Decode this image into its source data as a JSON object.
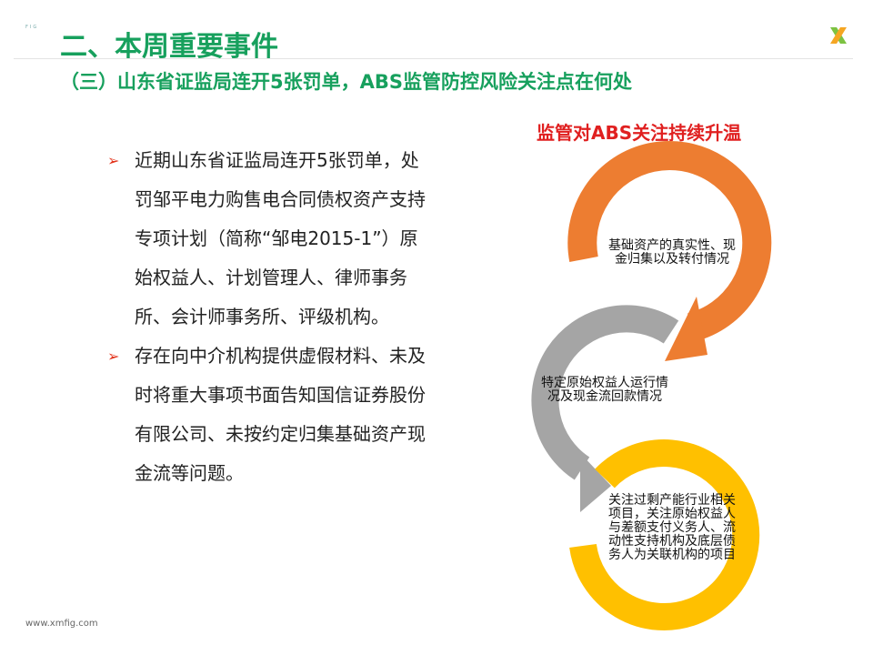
{
  "header": {
    "logo_small": "FIG",
    "title": "二、本周重要事件",
    "subtitle": "（三）山东省证监局连开5张罚单，ABS监管防控风险关注点在何处"
  },
  "bullets": [
    "近期山东省证监局连开5张罚单，处罚邹平电力购售电合同债权资产支持专项计划（简称“邹电2015-1”）原始权益人、计划管理人、律师事务所、会计师事务所、评级机构。",
    "存在向中介机构提供虚假材料、未及时将重大事项书面告知国信证券股份有限公司、未按约定归集基础资产现金流等问题。"
  ],
  "diagram": {
    "title": "监管对ABS关注持续升温",
    "steps": [
      {
        "text": "基础资产的真实性、现金归集以及转付情况",
        "color": "#ed7d31"
      },
      {
        "text": "特定原始权益人运行情况及现金流回款情况",
        "color": "#a5a5a5"
      },
      {
        "text": "关注过剩产能行业相关项目，关注原始权益人与差额支付义务人、流动性支持机构及底层债务人为关联机构的项目",
        "color": "#ffc000"
      }
    ]
  },
  "footer": {
    "url": "www.xmfig.com"
  }
}
